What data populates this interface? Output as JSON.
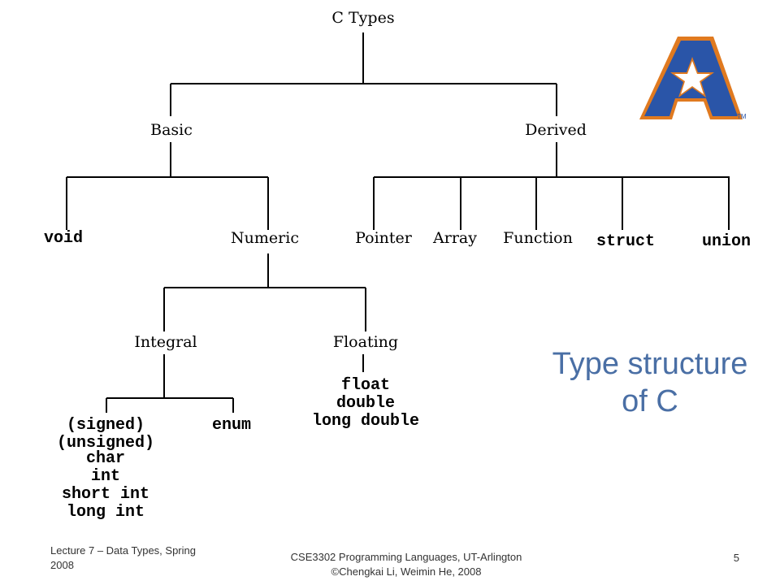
{
  "slide": {
    "title_line1": "Type structure",
    "title_line2": "of C",
    "title_color": "#4a6fa5",
    "footer_left": "Lecture 7 – Data Types, Spring 2008",
    "footer_center_line1": "CSE3302 Programming Languages, UT-Arlington",
    "footer_center_line2": "©Chengkai Li, Weimin He, 2008",
    "slide_number": "5"
  },
  "logo": {
    "icon": "uta-a-star-logo-icon",
    "text": "TM",
    "colors": {
      "letter": "#2a55a8",
      "outline": "#e07a20",
      "star": "#ffffff"
    }
  },
  "tree": {
    "root": "C Types",
    "basic": "Basic",
    "derived": "Derived",
    "void": "void",
    "numeric": "Numeric",
    "pointer": "Pointer",
    "array": "Array",
    "function": "Function",
    "struct": "struct",
    "union": "union",
    "integral": "Integral",
    "floating": "Floating",
    "floating_types": [
      "float",
      "double",
      "long double"
    ],
    "signed": "(signed)",
    "enum": "enum",
    "integral_types": [
      "(unsigned)",
      "char",
      "int",
      "short int",
      "long int"
    ]
  }
}
